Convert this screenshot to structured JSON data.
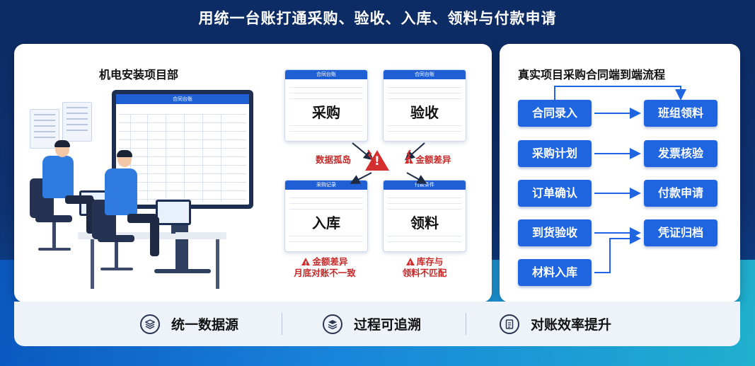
{
  "headline": "用统一台账打通采购、验收、入库、领料与付款申请",
  "left_panel": {
    "title": "机电安装项目部",
    "screen_title": "合同台账",
    "modules": [
      {
        "header": "合同台账",
        "label": "采购"
      },
      {
        "header": "合同台账",
        "label": "验收"
      },
      {
        "header": "采购记录",
        "label": "入库"
      },
      {
        "header": "付款条件",
        "label": "领料"
      }
    ],
    "alerts": {
      "data_island": "数据孤岛",
      "amount_diff_top": "金额差异",
      "amount_diff_bottom": "金额差异",
      "monthly_mismatch": "月底对账不一致",
      "stock_line1": "库存与",
      "stock_line2": "领料不匹配"
    },
    "icons": [
      "warning-icon"
    ]
  },
  "right_panel": {
    "title": "真实项目采购合同端到端流程",
    "left_column": [
      "合同录入",
      "采购计划",
      "订单确认",
      "到货验收",
      "材料入库"
    ],
    "right_column": [
      "班组领料",
      "发票核验",
      "付款申请",
      "凭证归档"
    ]
  },
  "features": [
    {
      "label": "统一数据源",
      "icon": "layers-icon"
    },
    {
      "label": "过程可追溯",
      "icon": "stack-icon"
    },
    {
      "label": "对账效率提升",
      "icon": "document-icon"
    }
  ],
  "colors": {
    "accent": "#1f64e0",
    "alert": "#c62828",
    "background": "#0d2b63"
  }
}
